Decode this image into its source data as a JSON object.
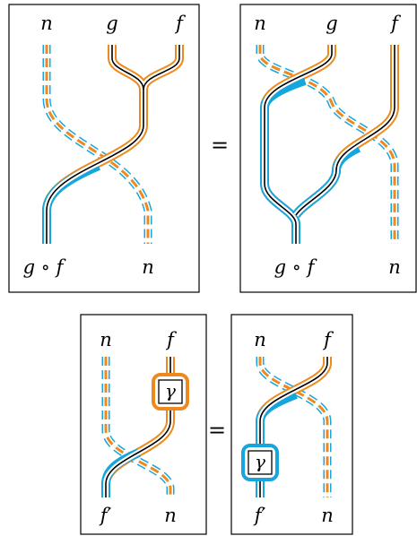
{
  "colors": {
    "blue": "#16a6dc",
    "orange": "#ee8a1d",
    "black": "#000000"
  },
  "top_left": {
    "top_labels": [
      "n",
      "g",
      "f"
    ],
    "bottom_labels": [
      "g ∘ f",
      "n"
    ]
  },
  "top_right": {
    "top_labels": [
      "n",
      "g",
      "f"
    ],
    "bottom_labels": [
      "g ∘ f",
      "n"
    ]
  },
  "bottom_left": {
    "top_labels": [
      "n",
      "f"
    ],
    "bottom_labels": [
      "f′",
      "n"
    ],
    "box_label": "γ"
  },
  "bottom_right": {
    "top_labels": [
      "n",
      "f"
    ],
    "bottom_labels": [
      "f′",
      "n"
    ],
    "box_label": "γ"
  },
  "equals": "="
}
